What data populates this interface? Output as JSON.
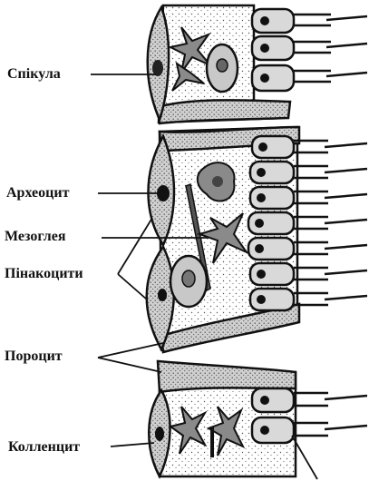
{
  "labels": {
    "spicule": "Спікула",
    "archaeocyte": "Археоцит",
    "mesoglea": "Мезоглея",
    "pinacocytes": "Пінакоцити",
    "porocyte": "Пороцит",
    "collencyte": "Колленцит"
  },
  "colors": {
    "ink": "#111111",
    "cell_fill": "#d9d9d9",
    "cell_dark": "#8a8a8a",
    "background": "#ffffff"
  }
}
